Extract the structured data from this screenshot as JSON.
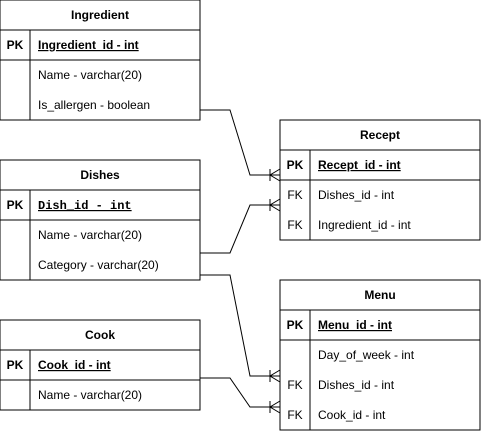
{
  "tables": [
    {
      "id": "ingredient",
      "title": "Ingredient",
      "pk": {
        "key": "PK",
        "text": "Ingredient_id - int"
      },
      "rows": [
        {
          "key": "",
          "text": "Name - varchar(20)"
        },
        {
          "key": "",
          "text": "Is_allergen - boolean"
        }
      ]
    },
    {
      "id": "dishes",
      "title": "Dishes",
      "pk": {
        "key": "PK",
        "text": "Dish_id - int"
      },
      "rows": [
        {
          "key": "",
          "text": "Name - varchar(20)"
        },
        {
          "key": "",
          "text": "Category - varchar(20)"
        }
      ]
    },
    {
      "id": "cook",
      "title": "Cook",
      "pk": {
        "key": "PK",
        "text": "Cook_id - int"
      },
      "rows": [
        {
          "key": "",
          "text": "Name - varchar(20)"
        }
      ]
    },
    {
      "id": "recept",
      "title": "Recept",
      "pk": {
        "key": "PK",
        "text": "Recept_id - int"
      },
      "rows": [
        {
          "key": "FK",
          "text": "Dishes_id - int"
        },
        {
          "key": "FK",
          "text": "Ingredient_id - int"
        }
      ]
    },
    {
      "id": "menu",
      "title": "Menu",
      "pk": {
        "key": "PK",
        "text": "Menu_id - int"
      },
      "rows": [
        {
          "key": "",
          "text": "Day_of_week - int"
        },
        {
          "key": "FK",
          "text": "Dishes_id - int"
        },
        {
          "key": "FK",
          "text": "Cook_id - int"
        }
      ]
    }
  ],
  "relationships": [
    {
      "from": "ingredient",
      "to": "recept",
      "notation": "one-to-many"
    },
    {
      "from": "dishes",
      "to": "recept",
      "notation": "one-to-many"
    },
    {
      "from": "dishes",
      "to": "menu",
      "notation": "one-to-many"
    },
    {
      "from": "cook",
      "to": "menu",
      "notation": "one-to-many"
    }
  ]
}
